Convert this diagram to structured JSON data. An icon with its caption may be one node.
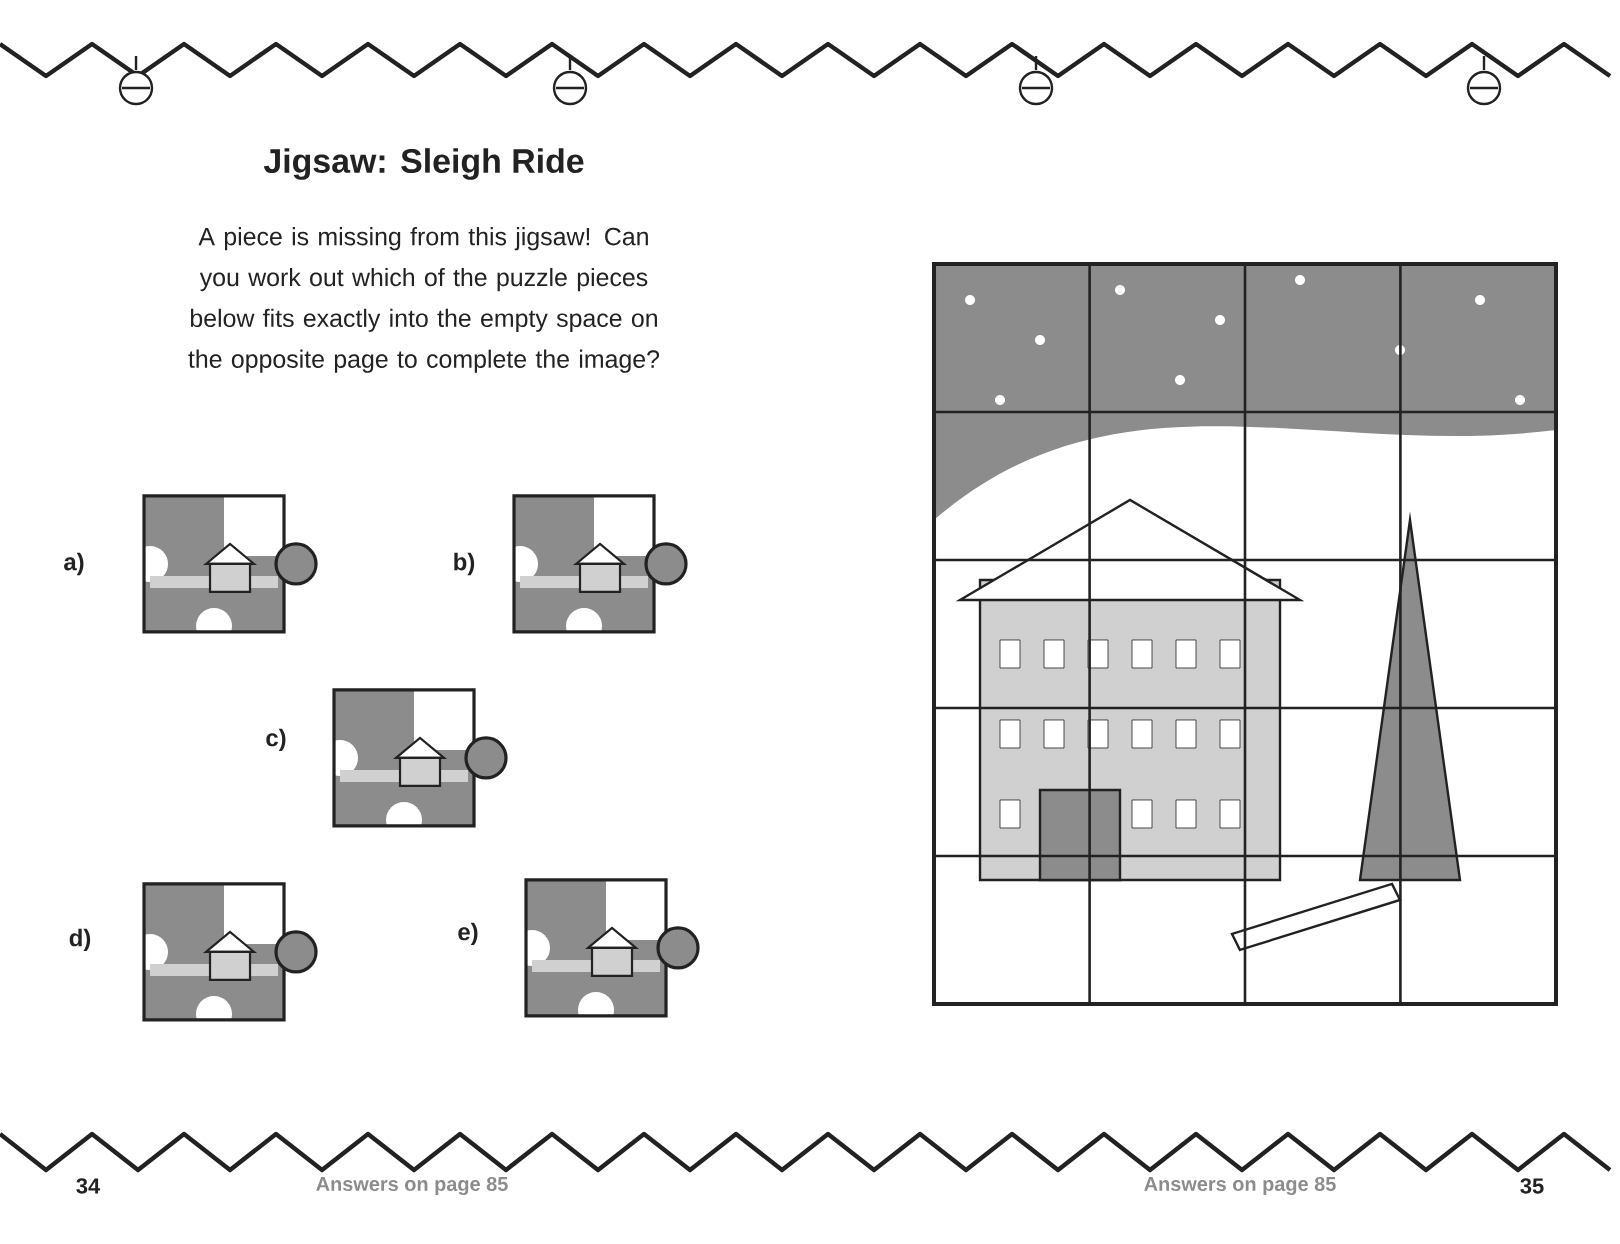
{
  "diagram": {
    "title": "Jigsaw: Sleigh Ride",
    "labels": [
      "A piece is missing from this jigsaw! Can you work out which of the puzzle pieces below fits exactly into the empty space on the opposite page to complete the image?",
      "a)",
      "b)",
      "c)",
      "d)",
      "e)",
      "34",
      "Answers on page 85",
      "Answers on page 85",
      "35"
    ]
  }
}
